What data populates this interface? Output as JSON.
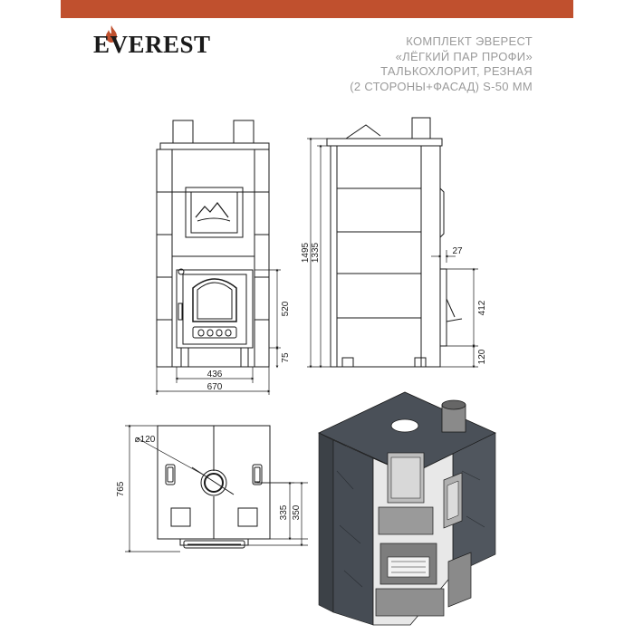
{
  "brand": {
    "logo_text": "EVEREST",
    "bar_color": "#c0502e",
    "flame_color": "#c0502e"
  },
  "title": {
    "line1": "КОМПЛЕКТ ЭВЕРЕСТ",
    "line2": "«ЛЁГКИЙ ПАР ПРОФИ»",
    "line3": "ТАЛЬКОХЛОРИТ, РЕЗНАЯ",
    "line4": "(2 СТОРОНЫ+ФАСАД) S-50 ММ"
  },
  "dimensions": {
    "front_width_inner": "436",
    "front_width_total": "670",
    "door_height": "520",
    "base_height": "75",
    "height_total": "1495",
    "height_body": "1335",
    "side_offset": "27",
    "side_tank": "412",
    "side_base": "120",
    "top_diameter": "⌀120",
    "top_depth": "765",
    "top_offset_1": "335",
    "top_offset_2": "350"
  },
  "colors": {
    "line": "#1a1a1a",
    "stone": "#3c4147",
    "stone_light": "#5a6068",
    "steel": "#8a8a8a"
  }
}
